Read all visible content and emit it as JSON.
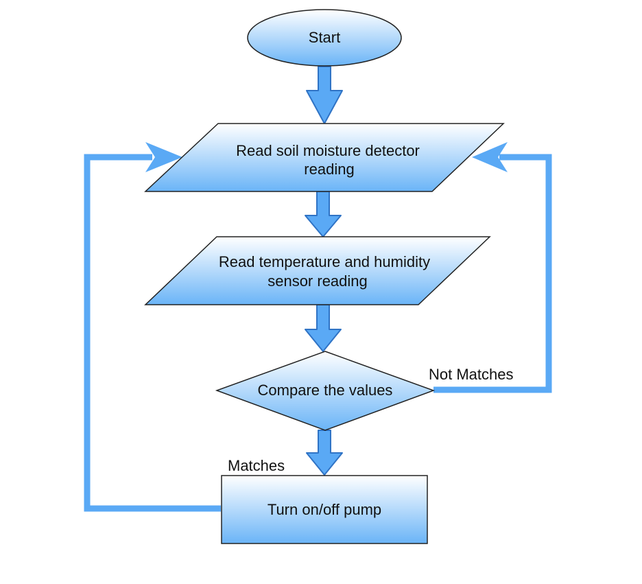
{
  "diagram": {
    "type": "flowchart",
    "nodes": {
      "start": {
        "shape": "ellipse",
        "text": "Start"
      },
      "read_soil": {
        "shape": "parallelogram",
        "lines": [
          "Read soil moisture detector",
          "reading"
        ]
      },
      "read_temp": {
        "shape": "parallelogram",
        "lines": [
          "Read temperature and humidity",
          "sensor reading"
        ]
      },
      "compare": {
        "shape": "diamond",
        "text": "Compare the values"
      },
      "pump": {
        "shape": "rectangle",
        "text": "Turn on/off pump"
      }
    },
    "edges": [
      {
        "from": "start",
        "to": "read_soil"
      },
      {
        "from": "read_soil",
        "to": "read_temp"
      },
      {
        "from": "read_temp",
        "to": "compare"
      },
      {
        "from": "compare",
        "to": "pump",
        "label": "Matches"
      },
      {
        "from": "compare",
        "to": "read_soil",
        "label": "Not Matches"
      },
      {
        "from": "pump",
        "to": "read_soil"
      }
    ],
    "labels": {
      "matches": "Matches",
      "not_matches": "Not Matches"
    },
    "colors": {
      "arrow_fill": "#5AA9F5",
      "arrow_stroke": "#2F73C5",
      "loop_line": "#5AA9F5",
      "node_gradient_top": "#FFFFFF",
      "node_gradient_bottom": "#6AB4F7",
      "node_stroke": "#222222"
    }
  }
}
